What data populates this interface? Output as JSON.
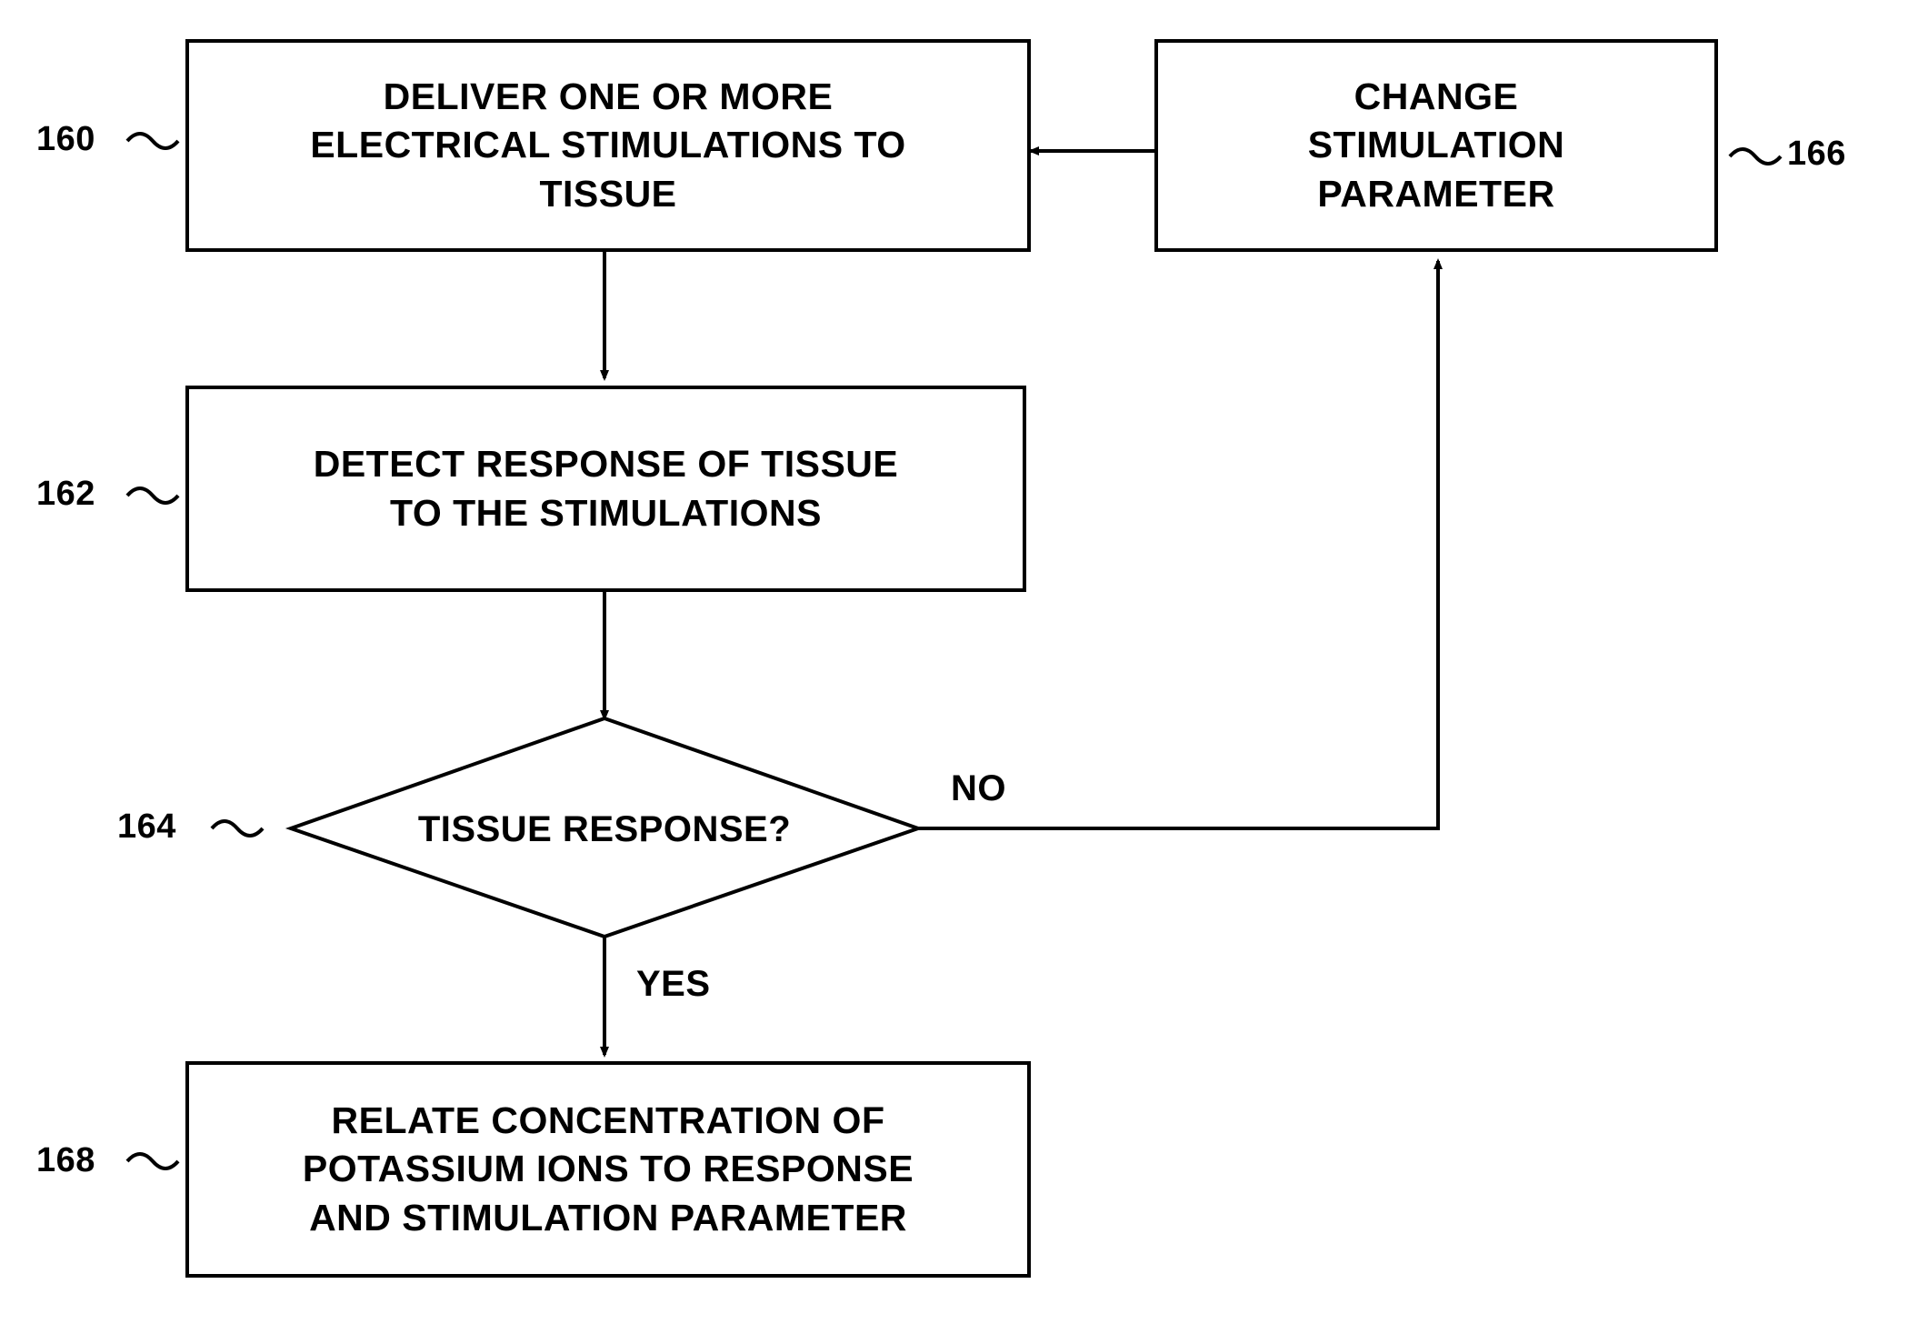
{
  "diagram": {
    "type": "flowchart",
    "nodes": [
      {
        "id": "160",
        "ref": "160",
        "shape": "rectangle",
        "text": "DELIVER ONE OR MORE\nELECTRICAL STIMULATIONS TO\nTISSUE"
      },
      {
        "id": "166",
        "ref": "166",
        "shape": "rectangle",
        "text": "CHANGE\nSTIMULATION\nPARAMETER"
      },
      {
        "id": "162",
        "ref": "162",
        "shape": "rectangle",
        "text": "DETECT RESPONSE OF TISSUE\nTO THE STIMULATIONS"
      },
      {
        "id": "164",
        "ref": "164",
        "shape": "diamond",
        "text": "TISSUE RESPONSE?"
      },
      {
        "id": "168",
        "ref": "168",
        "shape": "rectangle",
        "text": "RELATE CONCENTRATION OF\nPOTASSIUM IONS TO RESPONSE\nAND STIMULATION PARAMETER"
      }
    ],
    "edges": [
      {
        "id": "no-branch",
        "label": "NO",
        "from": "164",
        "to": "166"
      },
      {
        "id": "yes-branch",
        "label": "YES",
        "from": "164",
        "to": "168"
      }
    ]
  }
}
